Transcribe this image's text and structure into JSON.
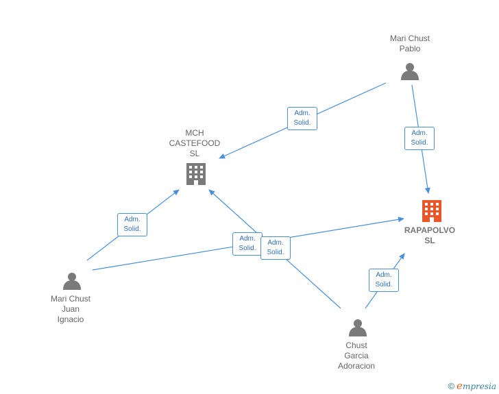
{
  "nodes": {
    "pablo": {
      "lines": [
        "Mari Chust",
        "Pablo"
      ],
      "kind": "person"
    },
    "mch": {
      "lines": [
        "MCH",
        "CASTEFOOD",
        "SL"
      ],
      "kind": "company"
    },
    "rapapolvo": {
      "lines": [
        "RAPAPOLVO",
        "SL"
      ],
      "kind": "company-focus"
    },
    "juan": {
      "lines": [
        "Mari Chust",
        "Juan",
        "Ignacio"
      ],
      "kind": "person"
    },
    "chust": {
      "lines": [
        "Chust",
        "Garcia",
        "Adoracion"
      ],
      "kind": "person"
    }
  },
  "relations": [
    {
      "lines": [
        "Adm.",
        "Solid."
      ]
    },
    {
      "lines": [
        "Adm.",
        "Solid."
      ]
    },
    {
      "lines": [
        "Adm.",
        "Solid."
      ]
    },
    {
      "lines": [
        "Adm.",
        "Solid."
      ]
    },
    {
      "lines": [
        "Adm.",
        "Solid."
      ]
    },
    {
      "lines": [
        "Adm.",
        "Solid."
      ]
    }
  ],
  "colors": {
    "edge": "#4a90d9",
    "person": "#7a7a7a",
    "company": "#7a7a7a",
    "focus": "#e8562a"
  },
  "footer": {
    "copyright": "©",
    "brand_first": "e",
    "brand_rest": "mpresia"
  }
}
